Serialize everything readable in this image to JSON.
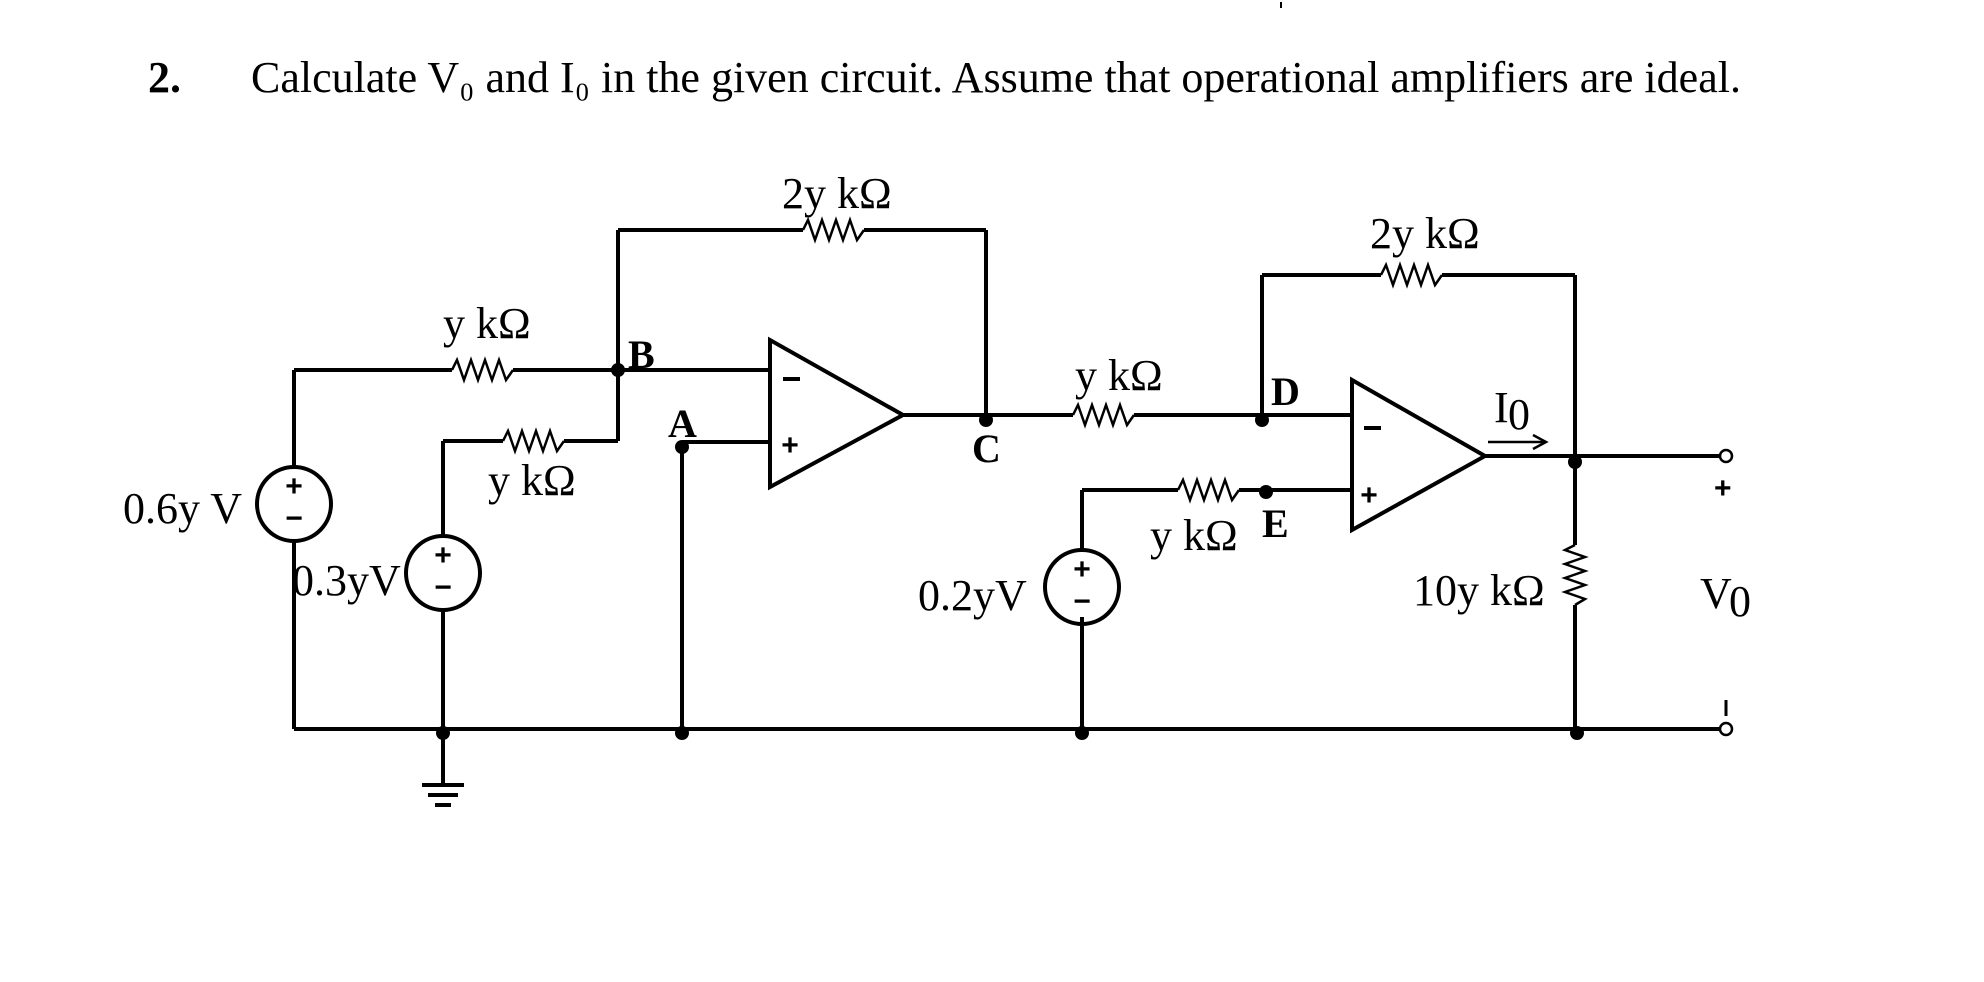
{
  "problem": {
    "number": "2.",
    "text": "Calculate V₀ and I₀ in the given circuit. Assume that operational amplifiers are ideal."
  },
  "circuit": {
    "resistors": {
      "r_in_top": "y kΩ",
      "r_in_bottom": "y kΩ",
      "r_feedback_1": "2y kΩ",
      "r_cd": "y kΩ",
      "r_e": "y kΩ",
      "r_feedback_2": "2y kΩ",
      "r_load": "10y kΩ"
    },
    "sources": {
      "v1": "0.6y V",
      "v2": "0.3yV",
      "v3": "0.2yV"
    },
    "nodes": {
      "a": "A",
      "b": "B",
      "c": "C",
      "d": "D",
      "e": "E"
    },
    "current_label": "I",
    "current_sub": "0",
    "output_label": "V",
    "output_sub": "0",
    "plus_sign": "+",
    "minus_sign": "−"
  }
}
